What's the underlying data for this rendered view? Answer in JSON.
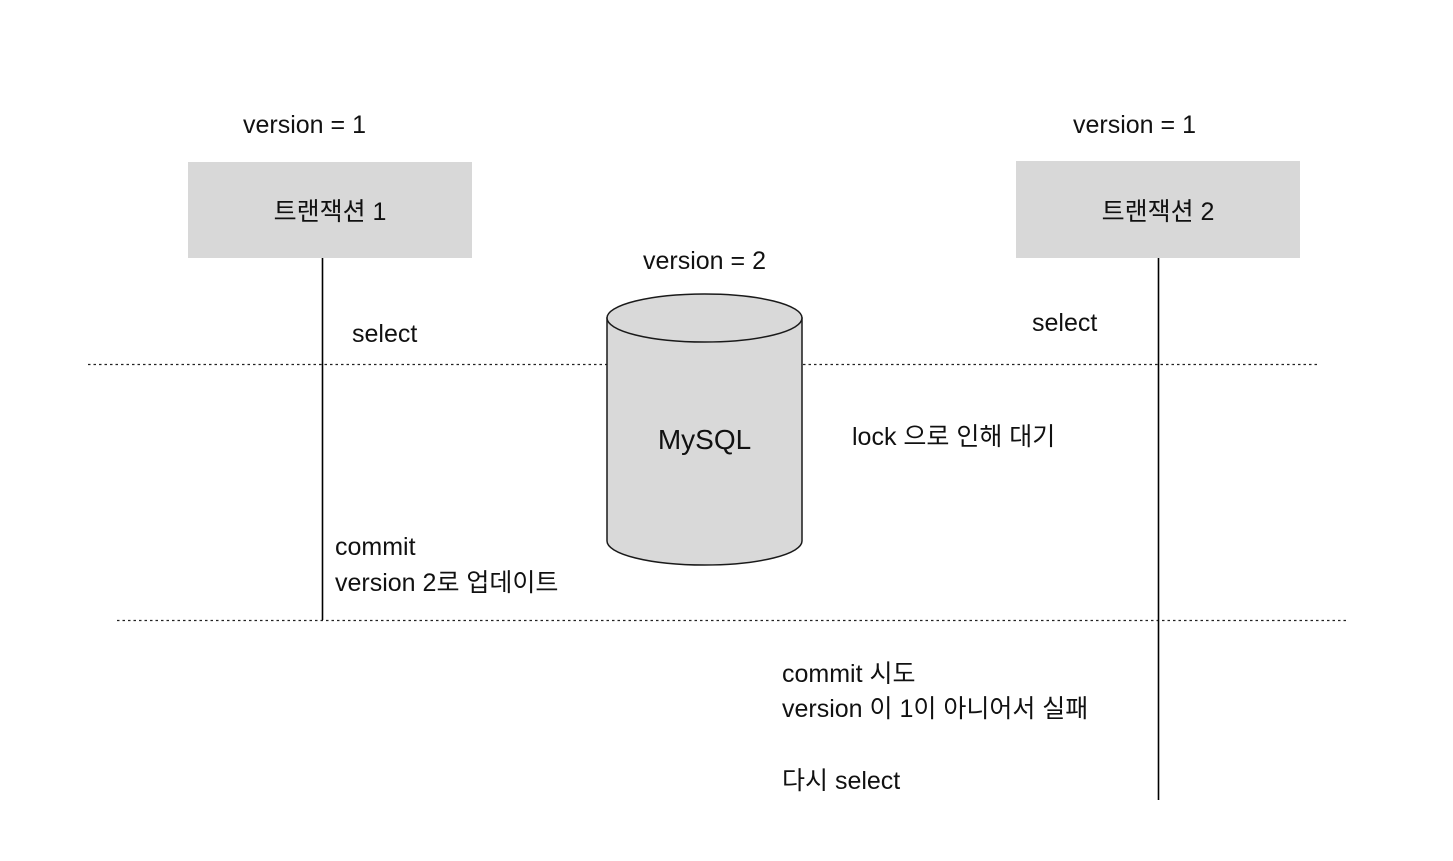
{
  "diagram": {
    "transaction1": {
      "version_label": "version = 1",
      "name": "트랜잭션 1",
      "select_label": "select",
      "commit_line1": "commit",
      "commit_line2": "version 2로 업데이트"
    },
    "transaction2": {
      "version_label": "version = 1",
      "name": "트랜잭션 2",
      "select_label": "select",
      "lock_wait_label": "lock 으로 인해 대기",
      "commit_try_line1": "commit 시도",
      "commit_try_line2": "version 이 1이 아니어서 실패",
      "reselect_label": "다시 select"
    },
    "database": {
      "version_label": "version = 2",
      "name": "MySQL"
    },
    "colors": {
      "background": "#ffffff",
      "box_fill": "#d8d8d8",
      "cylinder_fill": "#d9d9d9",
      "line": "#000000",
      "text": "#111111"
    }
  }
}
